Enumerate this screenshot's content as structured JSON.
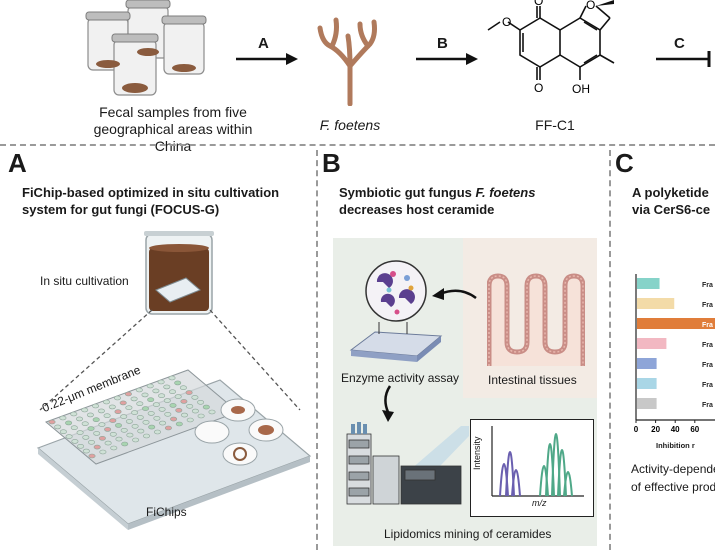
{
  "top": {
    "samples_label_line1": "Fecal samples from five",
    "samples_label_line2": "geographical areas within China",
    "arrow_a": "A",
    "fungus_label": "F. foetens",
    "arrow_b": "B",
    "compound_label": "FF-C1",
    "arrow_c": "C",
    "chem_oh": "OH",
    "chem_o_top": "O",
    "chem_o_bottom": "O",
    "chem_o_ring": "O",
    "chem_o_methoxy": "O"
  },
  "panel_a": {
    "letter": "A",
    "title_line1": "FiChip-based optimized in situ cultivation",
    "title_line2": "system for gut fungi (FOCUS-G)",
    "beaker_label": "In situ cultivation",
    "membrane_label": "0.22-μm membrane",
    "chips_label": "FiChips"
  },
  "panel_b": {
    "letter": "B",
    "title_line1_prefix": "Symbiotic gut fungus ",
    "title_line1_italic": "F. foetens",
    "title_line2": "decreases host ceramide",
    "enzyme_label": "Enzyme activity assay",
    "tissue_label": "Intestinal tissues",
    "lipid_label": "Lipidomics mining of ceramides",
    "axis_y": "Intensity",
    "axis_x": "m/z",
    "colors": {
      "peak_purple": "#6a5fb0",
      "peak_green": "#4fa888",
      "bg_left": "#e9eee8",
      "bg_right": "#f3ebe4"
    }
  },
  "panel_c": {
    "letter": "C",
    "title_line1": "A polyketide",
    "title_line2": "via CerS6-ce",
    "bar_labels": [
      "Fra",
      "Fra",
      "Fra",
      "Fra",
      "Fra",
      "Fra",
      "Fra"
    ],
    "bar_values": [
      23,
      38,
      95,
      30,
      20,
      20,
      20
    ],
    "bar_colors": [
      "#86d3c9",
      "#f3dba8",
      "#e07d3a",
      "#f2b8c2",
      "#8ea5d8",
      "#a9d6e6",
      "#c8c8c8"
    ],
    "ticks": [
      "0",
      "20",
      "40",
      "60"
    ],
    "x_label": "Inhibition r",
    "caption_line1": "Activity-depende",
    "caption_line2": "of effective prod"
  }
}
